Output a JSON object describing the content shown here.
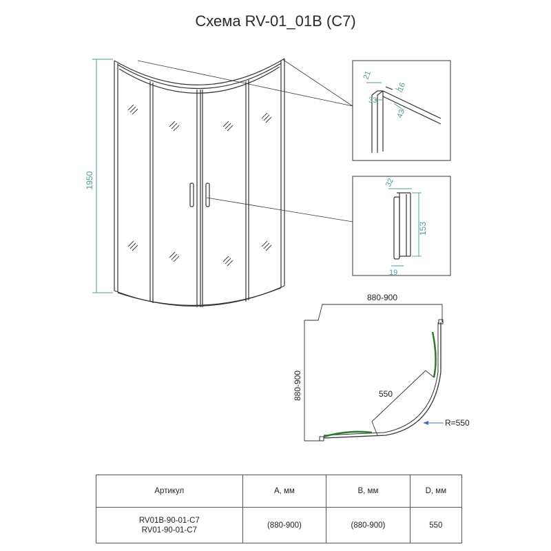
{
  "title": "Схема RV-01_01B (С7)",
  "dimensions": {
    "height": "1950",
    "profile_top": "21",
    "profile_side": "16",
    "profile_depth": "33",
    "profile_angle": "43",
    "handle_width": "32",
    "handle_height": "153",
    "handle_depth": "19",
    "plan_width": "880-900",
    "plan_depth": "880-900",
    "plan_radius_line": "550",
    "plan_radius_label": "R=550"
  },
  "table": {
    "headers": [
      "Артикул",
      "А, мм",
      "В, мм",
      "D, мм"
    ],
    "rows": [
      {
        "article": [
          "RV01B-90-01-C7",
          "RV01-90-01-C7"
        ],
        "a": "(880-900)",
        "b": "(880-900)",
        "d": "550"
      }
    ]
  },
  "colors": {
    "dimension": "#4a9b98",
    "glass_edge": "#2a7a2a",
    "line": "#333333"
  }
}
